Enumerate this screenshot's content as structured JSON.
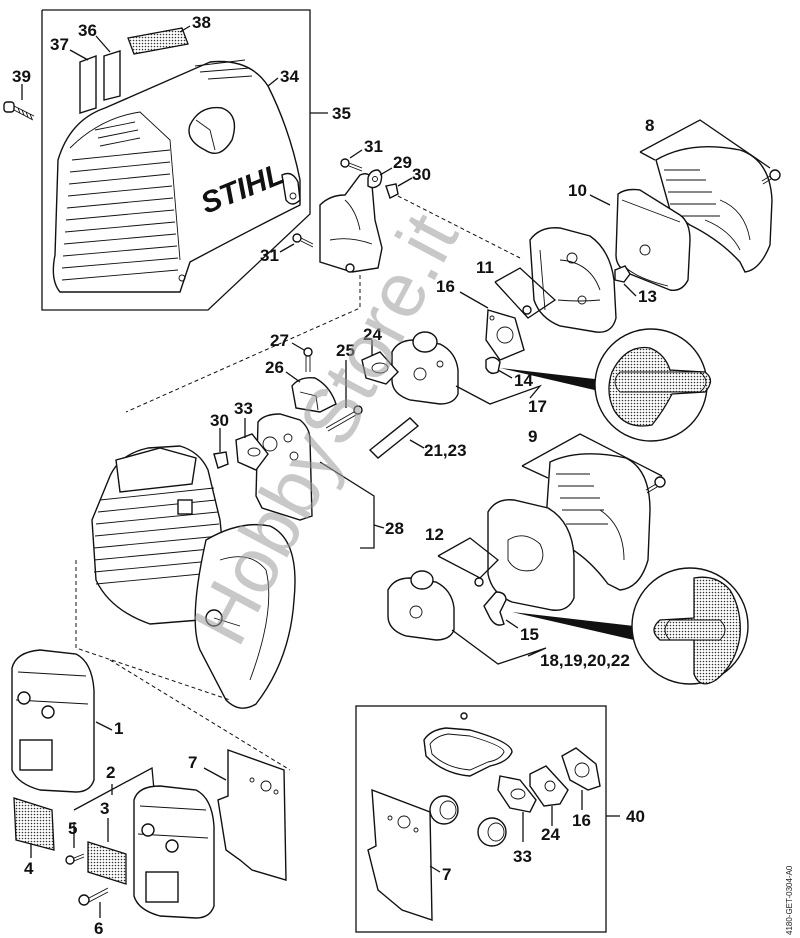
{
  "diagram": {
    "title": "STIHL parts exploded view",
    "brand_logo": "STIHL",
    "drawing_code": "4180-GET-0304-A0",
    "watermark": "HobbyStore.it",
    "callouts": {
      "c1": "1",
      "c2": "2",
      "c3": "3",
      "c4": "4",
      "c5": "5",
      "c6": "6",
      "c7a": "7",
      "c7b": "7",
      "c8": "8",
      "c9": "9",
      "c10": "10",
      "c11": "11",
      "c12": "12",
      "c13": "13",
      "c14": "14",
      "c15": "15",
      "c16a": "16",
      "c16b": "16",
      "c17": "17",
      "c18_22": "18,19,20,22",
      "c21_23": "21,23",
      "c24a": "24",
      "c24b": "24",
      "c25": "25",
      "c26": "26",
      "c27": "27",
      "c28": "28",
      "c29": "29",
      "c30a": "30",
      "c30b": "30",
      "c31a": "31",
      "c31b": "31",
      "c33a": "33",
      "c33b": "33",
      "c34": "34",
      "c35": "35",
      "c36": "36",
      "c37": "37",
      "c38": "38",
      "c39": "39",
      "c40": "40"
    },
    "groups": {
      "shroud_kit": "35",
      "gasket_set": "40"
    }
  }
}
